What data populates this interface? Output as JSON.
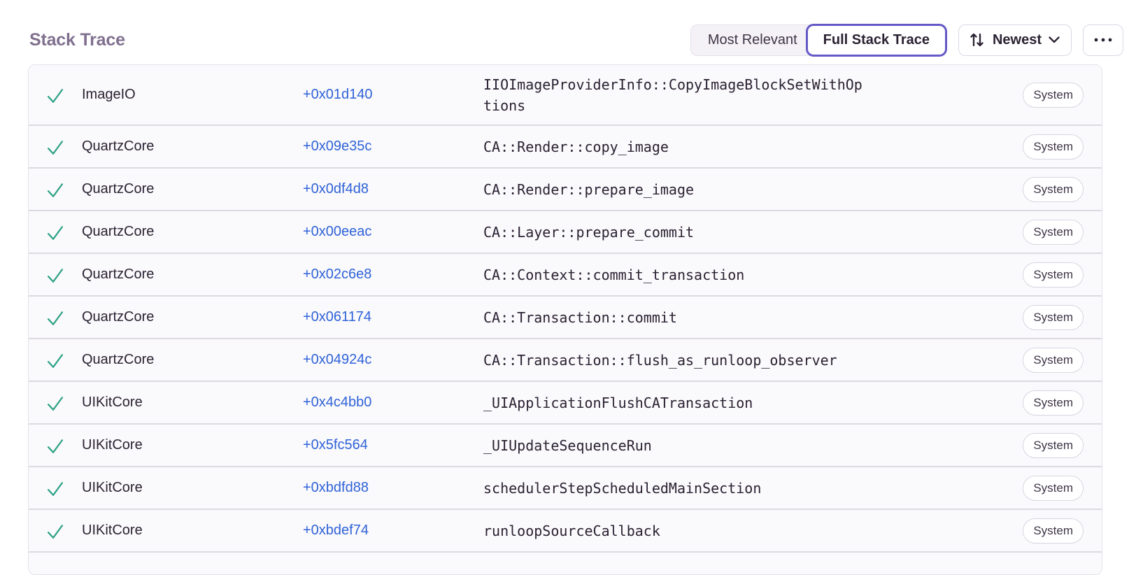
{
  "header": {
    "title": "Stack Trace"
  },
  "toolbar": {
    "segments": [
      {
        "label": "Most Relevant",
        "selected": false
      },
      {
        "label": "Full Stack Trace",
        "selected": true
      }
    ],
    "sort_label": "Newest",
    "icons": {
      "sort": "sort-arrows-icon",
      "chevron": "chevron-down-icon",
      "more": "ellipsis-icon",
      "frame_status": "check-icon"
    }
  },
  "colors": {
    "accent_purple": "#6559c5",
    "link_blue": "#2f63d8",
    "check_green": "#2ba185",
    "title_gray": "#80708f",
    "text_dark": "#2b2233"
  },
  "table": {
    "badge_label": "System",
    "rows": [
      {
        "module": "ImageIO",
        "address": "+0x01d140",
        "function": "IIOImageProviderInfo::CopyImageBlockSetWithOptions",
        "badge": "System"
      },
      {
        "module": "QuartzCore",
        "address": "+0x09e35c",
        "function": "CA::Render::copy_image",
        "badge": "System"
      },
      {
        "module": "QuartzCore",
        "address": "+0x0df4d8",
        "function": "CA::Render::prepare_image",
        "badge": "System"
      },
      {
        "module": "QuartzCore",
        "address": "+0x00eeac",
        "function": "CA::Layer::prepare_commit",
        "badge": "System"
      },
      {
        "module": "QuartzCore",
        "address": "+0x02c6e8",
        "function": "CA::Context::commit_transaction",
        "badge": "System"
      },
      {
        "module": "QuartzCore",
        "address": "+0x061174",
        "function": "CA::Transaction::commit",
        "badge": "System"
      },
      {
        "module": "QuartzCore",
        "address": "+0x04924c",
        "function": "CA::Transaction::flush_as_runloop_observer",
        "badge": "System"
      },
      {
        "module": "UIKitCore",
        "address": "+0x4c4bb0",
        "function": "_UIApplicationFlushCATransaction",
        "badge": "System"
      },
      {
        "module": "UIKitCore",
        "address": "+0x5fc564",
        "function": "_UIUpdateSequenceRun",
        "badge": "System"
      },
      {
        "module": "UIKitCore",
        "address": "+0xbdfd88",
        "function": "schedulerStepScheduledMainSection",
        "badge": "System"
      },
      {
        "module": "UIKitCore",
        "address": "+0xbdef74",
        "function": "runloopSourceCallback",
        "badge": "System"
      }
    ]
  }
}
